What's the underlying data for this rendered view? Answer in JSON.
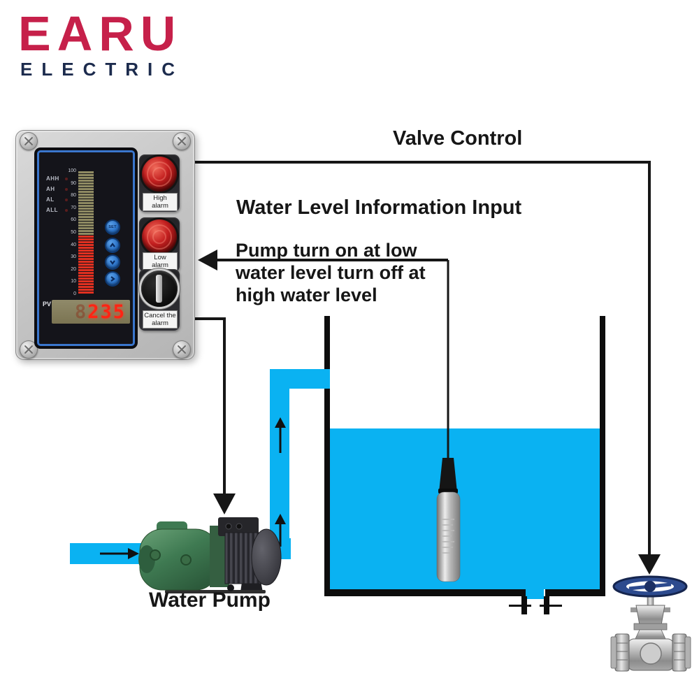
{
  "brand": {
    "name": "EARU",
    "tagline": "ELECTRIC",
    "name_color": "#c6204a",
    "tagline_color": "#1c2b4d"
  },
  "annotations": {
    "valve_control": "Valve Control",
    "water_level_input": "Water Level Information Input",
    "pump_note_line1": "Pump turn on at low",
    "pump_note_line2": "water level turn off at",
    "pump_note_line3": "high water level",
    "water_pump": "Water Pump"
  },
  "controller": {
    "indicators": [
      "AHH",
      "AH",
      "AL",
      "ALL"
    ],
    "scale_labels": [
      "100",
      "90",
      "80",
      "70",
      "60",
      "50",
      "40",
      "30",
      "20",
      "10",
      "0"
    ],
    "bargraph": {
      "segments": 44,
      "lit_count": 21,
      "lit_color": "#e03020",
      "unlit_color": "#8f8a62"
    },
    "set_button": "SET",
    "pv_label": "PV",
    "pv_ghost": "8",
    "pv_value": "235",
    "high_alarm_line1": "High",
    "high_alarm_line2": "alarm",
    "low_alarm_line1": "Low",
    "low_alarm_line2": "alarm",
    "cancel_line1": "Cancel the",
    "cancel_line2": "alarm"
  },
  "colors": {
    "water": "#0ab2f2",
    "line": "#161616",
    "bar_lit": "#e03020",
    "lamp_red": "#c42020",
    "handwheel_blue": "#2c4a8e"
  }
}
